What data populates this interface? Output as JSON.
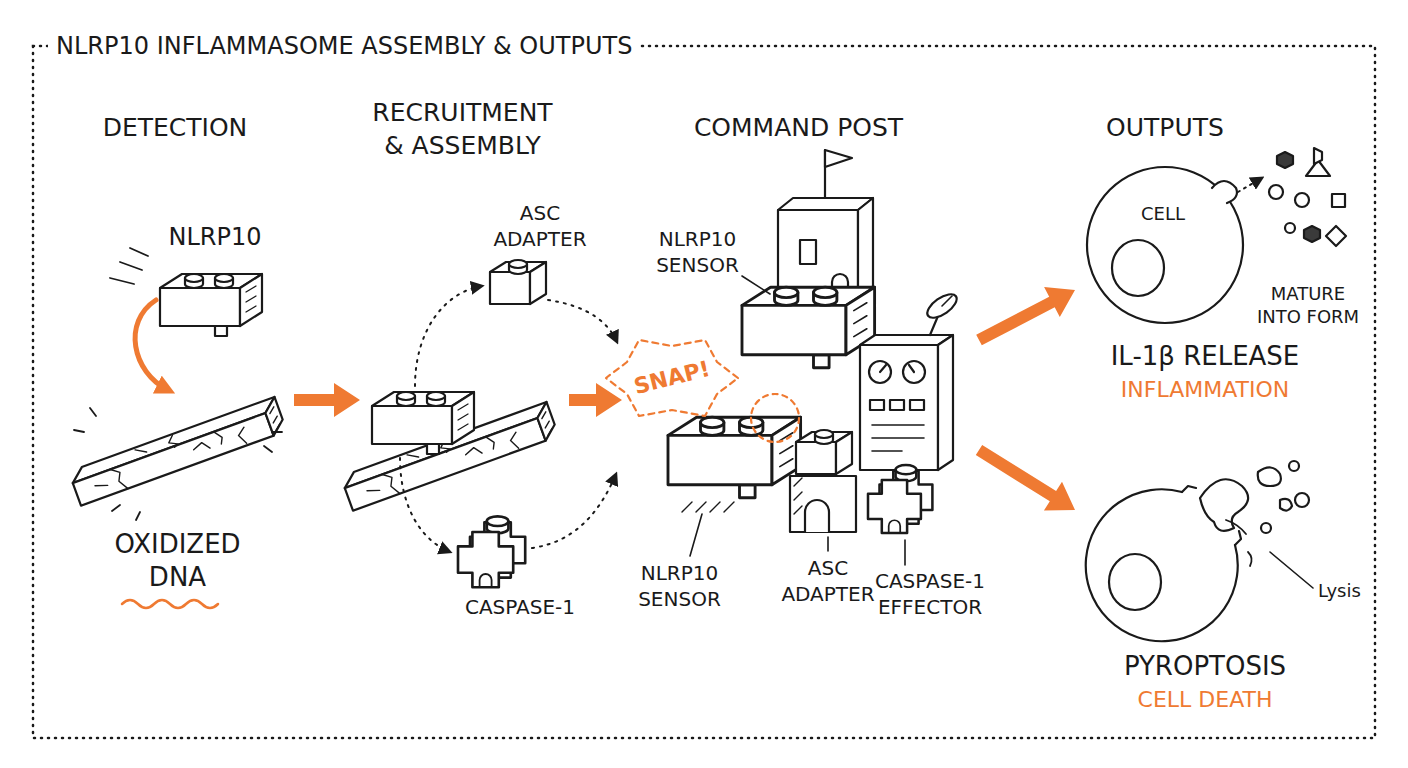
{
  "diagram": {
    "title": "NLRP10 INFLAMMASOME ASSEMBLY & OUTPUTS",
    "nodes": [
      {
        "text": [
          "DETECTION"
        ]
      },
      {
        "text": [
          "RECRUITMENT & ASSEMBLY"
        ]
      },
      {
        "text": [
          "COMMAND POST"
        ]
      },
      {
        "text": [
          "OUTPUTS"
        ]
      },
      {
        "text": [
          "CELL",
          "IL-1β RELEASE",
          "INFLAMMATION"
        ],
        "in": 3
      },
      {
        "text": [
          "PYROPTOSIS",
          "CELL DEATH"
        ],
        "in": 3
      }
    ],
    "edges": [
      {
        "from": 0,
        "to": 1,
        "arrow": "to"
      },
      {
        "from": 1,
        "to": 2,
        "arrow": "to"
      },
      {
        "from": 2,
        "to": 4,
        "arrow": "to"
      },
      {
        "from": 2,
        "to": 5,
        "arrow": "to"
      }
    ],
    "labels": [
      "NLRP10",
      "OXIDIZED DNA",
      "ASC ADAPTER",
      "CASPASE-1",
      "NLRP10 SENSOR",
      "SNAP!",
      "NLRP10 SENSOR",
      "ASC ADAPTER",
      "CASPASE-1 EFFECTOR",
      "MATURE INTO FORM",
      "Lysis"
    ]
  }
}
